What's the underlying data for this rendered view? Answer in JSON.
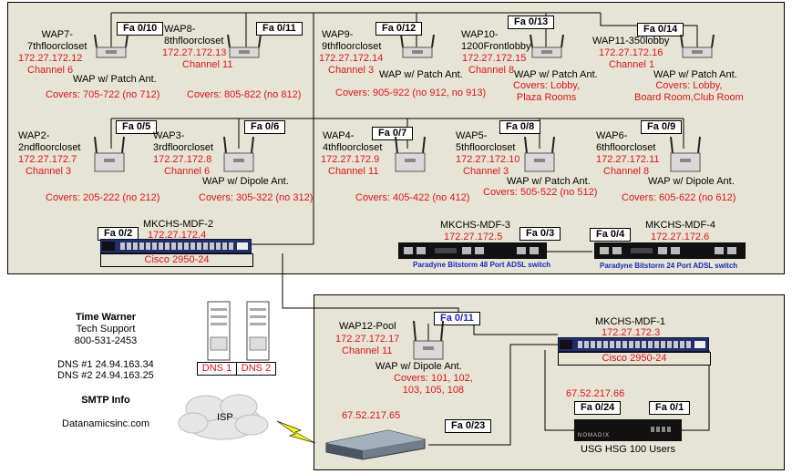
{
  "aps": [
    {
      "name": "WAP7-\n7thfloorcloset",
      "ip": "172.27.172.12",
      "channel": "Channel 6",
      "antenna": "WAP w/ Patch Ant.",
      "covers": "Covers: 705-722 (no 712)",
      "port": "Fa 0/10"
    },
    {
      "name": "WAP8-\n8thfloorcloset",
      "ip": "172.27.172.13",
      "channel": "Channel 11",
      "antenna": "",
      "covers": "Covers: 805-822 (no 812)",
      "port": "Fa 0/11"
    },
    {
      "name": "WAP9-\n9thfloorcloset",
      "ip": "172.27.172.14",
      "channel": "Channel 3",
      "antenna": "WAP w/ Patch Ant.",
      "covers": "Covers: 905-922 (no 912, no 913)",
      "port": "Fa 0/12"
    },
    {
      "name": "WAP10-\n1200Frontlobby",
      "ip": "172.27.172.15",
      "channel": "Channel 8",
      "antenna": "WAP w/ Patch Ant.",
      "covers": "Covers: Lobby,\nPlaza Rooms",
      "port": "Fa 0/13"
    },
    {
      "name": "WAP11-350lobby",
      "ip": "172.27.172.16",
      "channel": "Channel 1",
      "antenna": "WAP w/ Patch Ant.",
      "covers": "Covers: Lobby,\nBoard Room,Club Room",
      "port": "Fa 0/14"
    },
    {
      "name": "WAP2-\n2ndfloorcloset",
      "ip": "172.27.172.7",
      "channel": "Channel 3",
      "antenna": "",
      "covers": "Covers: 205-222 (no 212)",
      "port": "Fa 0/5"
    },
    {
      "name": "WAP3-\n3rdfloorcloset",
      "ip": "172.27.172.8",
      "channel": "Channel 6",
      "antenna": "WAP w/ Dipole Ant.",
      "covers": "Covers: 305-322 (no 312)",
      "port": "Fa 0/6"
    },
    {
      "name": "WAP4-\n4thfloorcloset",
      "ip": "172.27.172.9",
      "channel": "Channel 11",
      "antenna": "",
      "covers": "Covers: 405-422 (no 412)",
      "port": "Fa 0/7"
    },
    {
      "name": "WAP5-\n5thfloorcloset",
      "ip": "172.27.172.10",
      "channel": "Channel 3",
      "antenna": "WAP w/ Patch Ant.",
      "covers": "Covers: 505-522 (no 512)",
      "port": "Fa 0/8"
    },
    {
      "name": "WAP6-\n6thfloorcloset",
      "ip": "172.27.172.11",
      "channel": "Channel 8",
      "antenna": "WAP w/ Dipole Ant.",
      "covers": "Covers: 605-622 (no 612)",
      "port": "Fa 0/9"
    }
  ],
  "wap12": {
    "name": "WAP12-Pool",
    "ip": "172.27.172.17",
    "channel": "Channel 11",
    "antenna": "WAP w/ Dipole Ant.",
    "covers": "Covers: 101, 102,\n103, 105, 108",
    "port": "Fa 0/11"
  },
  "mdf2": {
    "name": "MKCHS-MDF-2",
    "ip": "172.27.172.4",
    "model": "Cisco 2950-24",
    "port": "Fa 0/2"
  },
  "mdf3": {
    "name": "MKCHS-MDF-3",
    "ip": "172.27.172.5",
    "model": "Paradyne Bitstorm 48 Port ADSL switch",
    "port": "Fa 0/3"
  },
  "mdf4": {
    "name": "MKCHS-MDF-4",
    "ip": "172.27.172.6",
    "model": "Paradyne Bitstorm 24 Port ADSL switch",
    "port": "Fa 0/4"
  },
  "mdf1": {
    "name": "MKCHS-MDF-1",
    "ip": "172.27.172.3",
    "model": "Cisco 2950-24"
  },
  "usg": {
    "label": "USG HSG 100 Users",
    "ip": "67.52.217.66",
    "port_left": "Fa 0/24",
    "port_right": "Fa 0/1",
    "brand": "NOMADIX"
  },
  "router": {
    "ip": "67.52.217.65",
    "port": "Fa 0/23"
  },
  "isp": {
    "label": "ISP"
  },
  "dns": {
    "dns1_label": "DNS 1",
    "dns2_label": "DNS 2"
  },
  "info": {
    "provider": "Time Warner",
    "support": "Tech Support",
    "phone": "800-531-2453",
    "dns1": "DNS #1 24.94.163.34",
    "dns2": "DNS #2 24.94.163.25",
    "smtp_title": "SMTP Info",
    "smtp_host": "Datanamicsinc.com"
  },
  "colors": {
    "zone": "#e6e5d5",
    "red": "#e5111a",
    "blue": "#1c22c9"
  }
}
